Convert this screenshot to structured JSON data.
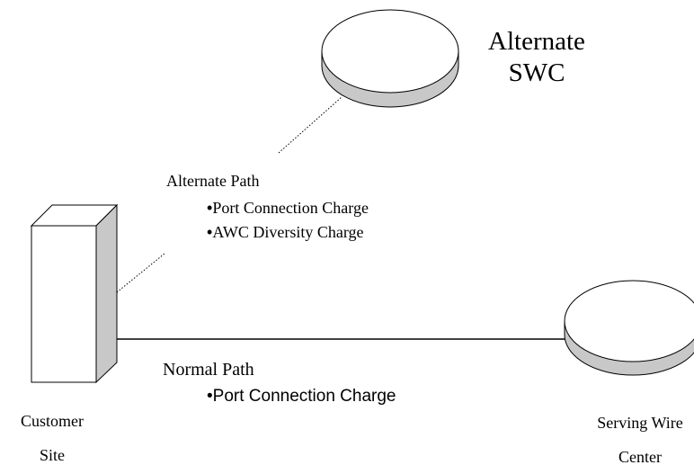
{
  "nodes": {
    "alternate_swc": {
      "label_line1": "Alternate",
      "label_line2": "SWC"
    },
    "customer_site": {
      "label_line1": "Customer",
      "label_line2": "Site"
    },
    "serving_wire_center": {
      "label_line1": "Serving Wire",
      "label_line2": "Center"
    }
  },
  "alternate_path": {
    "title": "Alternate Path",
    "charges": [
      "Port Connection Charge",
      "AWC Diversity Charge"
    ]
  },
  "normal_path": {
    "title": "Normal Path",
    "charges": [
      "Port Connection Charge"
    ]
  },
  "bullet": "•",
  "colors": {
    "line": "#000000",
    "shape_fill": "#ffffff",
    "shade": "#c8c8c8"
  }
}
